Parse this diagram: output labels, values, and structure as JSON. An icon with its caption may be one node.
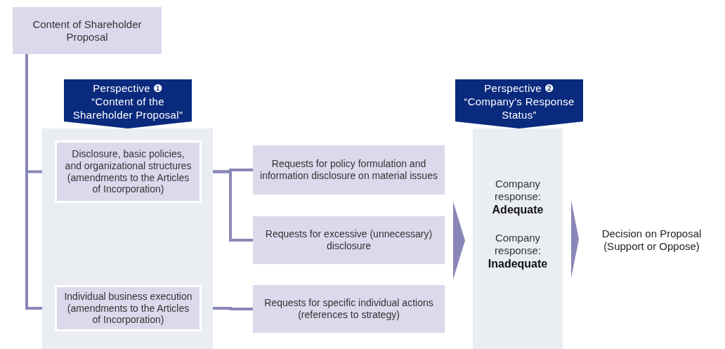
{
  "diagram": {
    "nodes": [
      {
        "text": [
          "Content of Shareholder Proposal"
        ]
      },
      {
        "text": [
          "Perspective ❶",
          "“Content of the Shareholder Proposal”"
        ]
      },
      {
        "text": [],
        "shape": "box"
      },
      {
        "text": [
          "Disclosure, basic policies, and organizational structures (amendments to the Articles of Incorporation)"
        ],
        "in": 2
      },
      {
        "text": [
          "Individual business execution (amendments to the Articles of Incorporation)"
        ],
        "in": 2
      },
      {
        "text": [
          "Requests for policy formulation and information disclosure on material issues"
        ]
      },
      {
        "text": [
          "Requests for excessive (unnecessary) disclosure"
        ]
      },
      {
        "text": [
          "Requests for specific individual actions (references to strategy)"
        ]
      },
      {
        "text": [
          "Perspective ❷",
          "“Company’s Response Status”"
        ]
      },
      {
        "text": [
          "Company response: **Adequate**",
          "Company response: **Inadequate**"
        ]
      },
      {
        "text": [
          "Decision on Proposal (Support or Oppose)"
        ]
      }
    ],
    "edges": [
      {
        "from": 0,
        "to": 3,
        "arrow": "none"
      },
      {
        "from": 0,
        "to": 4,
        "arrow": "none"
      },
      {
        "from": 3,
        "to": 5,
        "arrow": "none"
      },
      {
        "from": 3,
        "to": 6,
        "arrow": "none"
      },
      {
        "from": 4,
        "to": 7,
        "arrow": "none"
      },
      {
        "from": 6,
        "to": 9,
        "arrow": "to"
      },
      {
        "from": 9,
        "to": 10,
        "arrow": "to"
      }
    ]
  }
}
